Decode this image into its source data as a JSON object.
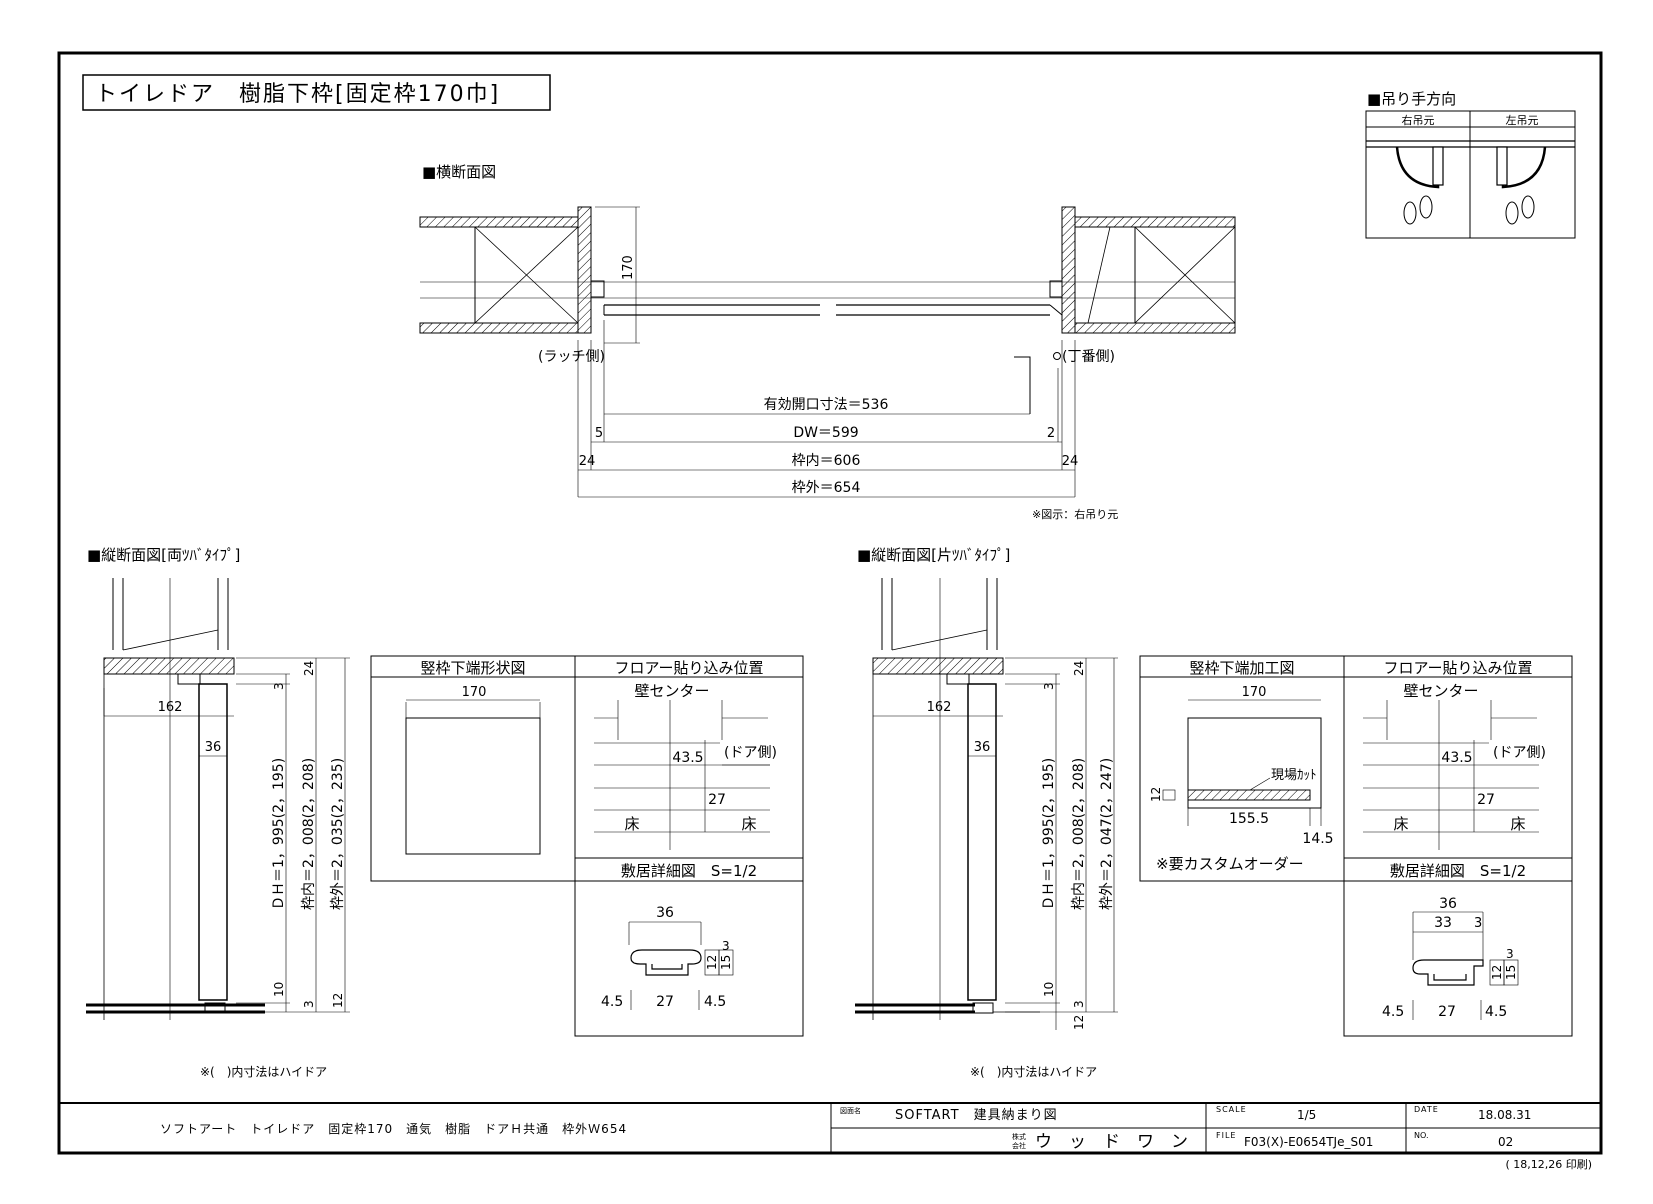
{
  "title": "トイレドア　樹脂下枠[固定枠170巾]",
  "hanging_direction": {
    "heading": "■吊り手方向",
    "right_label": "右吊元",
    "left_label": "左吊元"
  },
  "horizontal_section": {
    "heading": "■横断面図",
    "dim_170": "170",
    "latch_side": "(ラッチ側)",
    "hinge_side": "(丁番側)",
    "effective_opening": "有効開口寸法＝536",
    "dw": "DW＝599",
    "dw_left": "5",
    "dw_right": "2",
    "frame_inner": "枠内＝606",
    "frame_side_left": "24",
    "frame_side_right": "24",
    "frame_outer": "枠外＝654",
    "note": "※図示：右吊り元"
  },
  "left_section": {
    "heading": "■縦断面図[両ﾂﾊﾞﾀｲﾌﾟ]",
    "dim_162": "162",
    "dim_36": "36",
    "dim_3_top": "3",
    "dim_24": "24",
    "dim_10": "10",
    "dim_3_bottom": "3",
    "dim_12": "12",
    "dh": "ＤＨ＝1，995(2，195)",
    "inner": "枠内＝2，008(2，208)",
    "outer": "枠外＝2，035(2，235)",
    "note": "※(　)内寸法はハイドア"
  },
  "left_table": {
    "col1": "竪枠下端形状図",
    "col2": "フロアー貼り込み位置",
    "shape_dim": "170",
    "wall_center": "壁センター",
    "dim_43_5": "43.5",
    "door_side": "(ドア側)",
    "dim_27": "27",
    "floor_left": "床",
    "floor_right": "床",
    "sill_detail": "敷居詳細図　S=1/2",
    "sill_36": "36",
    "sill_3": "3",
    "sill_12": "12",
    "sill_15": "15",
    "sill_4_5_left": "4.5",
    "sill_27": "27",
    "sill_4_5_right": "4.5"
  },
  "right_section": {
    "heading": "■縦断面図[片ﾂﾊﾞﾀｲﾌﾟ]",
    "dim_162": "162",
    "dim_36": "36",
    "dim_3_top": "3",
    "dim_24": "24",
    "dim_10": "10",
    "dim_3_bottom": "3",
    "dim_12": "12",
    "dh": "ＤＨ＝1，995(2，195)",
    "inner": "枠内＝2，008(2，208)",
    "outer": "枠外＝2，047(2，247)",
    "note": "※(　)内寸法はハイドア"
  },
  "right_table": {
    "col1": "竪枠下端加工図",
    "col2": "フロアー貼り込み位置",
    "shape_dim": "170",
    "site_cut": "現場ｶｯﾄ",
    "dim_12": "12",
    "dim_155_5": "155.5",
    "dim_14_5": "14.5",
    "custom_note": "※要カスタムオーダー",
    "wall_center": "壁センター",
    "dim_43_5": "43.5",
    "door_side": "(ドア側)",
    "dim_27": "27",
    "floor_left": "床",
    "floor_right": "床",
    "sill_detail": "敷居詳細図　S=1/2",
    "sill_36": "36",
    "sill_33": "33",
    "sill_3a": "3",
    "sill_3b": "3",
    "sill_12": "12",
    "sill_15": "15",
    "sill_4_5_left": "4.5",
    "sill_27": "27",
    "sill_4_5_right": "4.5"
  },
  "title_block": {
    "description": "ソフトアート　トイレドア　固定枠170　通気　樹脂　ドアＨ共通　枠外Ｗ654",
    "drawing_name_label": "図面名",
    "drawing_name": "SOFTART　建具納まり図",
    "company_label_1": "株式",
    "company_label_2": "会社",
    "company": "ウ　ッ　ド　ワ　ン",
    "scale_label": "SCALE",
    "scale": "1/5",
    "file_label": "FILE",
    "file": "F03(X)-E0654TJe_S01",
    "date_label": "DATE",
    "date": "18.08.31",
    "no_label": "NO.",
    "no": "02",
    "printed": "( 18,12,26 印刷)"
  }
}
